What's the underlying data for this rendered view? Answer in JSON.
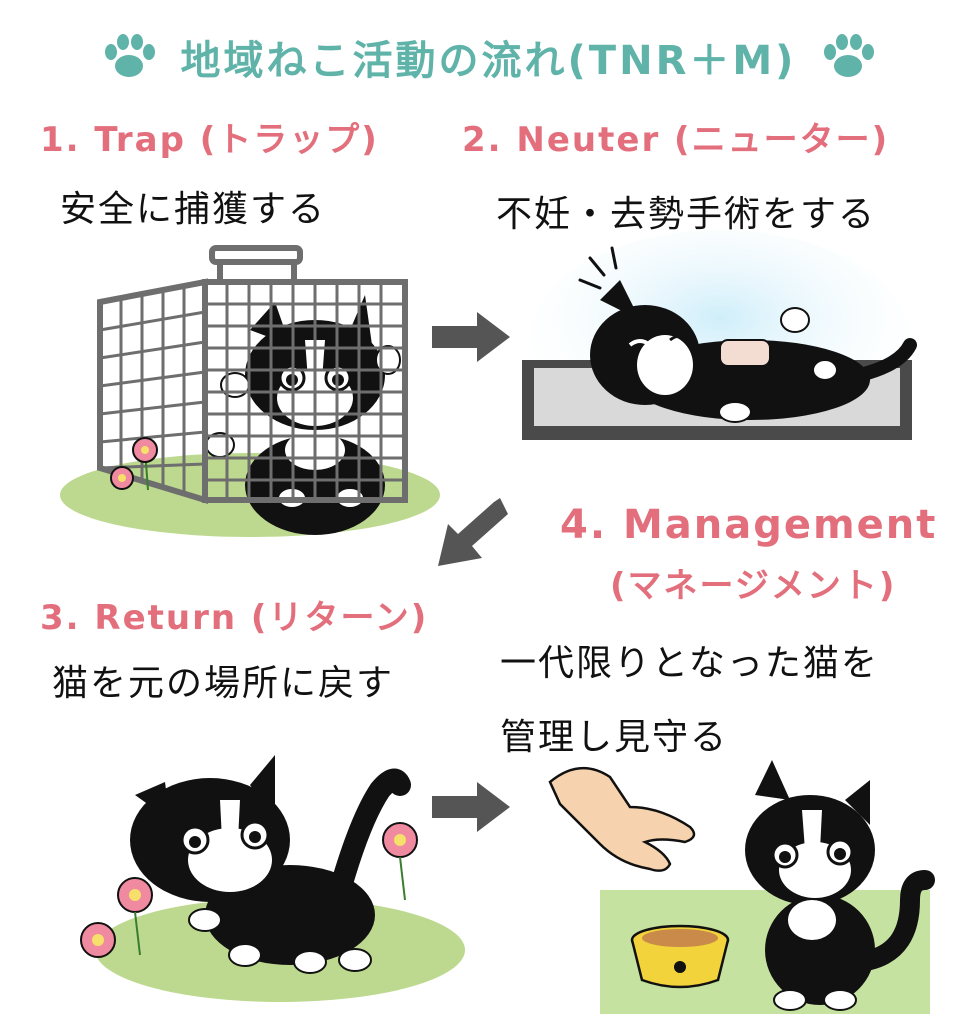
{
  "title": "地域ねこ活動の流れ(TNR＋M)",
  "steps": {
    "trap": {
      "heading": "1. Trap (トラップ)",
      "description": "安全に捕獲する"
    },
    "neuter": {
      "heading": "2. Neuter (ニューター)",
      "description": "不妊・去勢手術をする"
    },
    "return": {
      "heading": "3. Return (リターン)",
      "description": "猫を元の場所に戻す"
    },
    "management": {
      "heading": "4. Management",
      "subheading": "(マネージメント)",
      "description_line1": "一代限りとなった猫を",
      "description_line2": "管理し見守る"
    }
  },
  "colors": {
    "title": "#5fb3a9",
    "step_heading": "#e36f7d",
    "grass": "#bcd98f",
    "arrow": "#555555",
    "cage": "#6e6e6e",
    "bowl": "#f3d33b"
  },
  "icons": [
    "paw-icon-left",
    "paw-icon-right",
    "arrow-right-icon",
    "arrow-down-left-icon",
    "arrow-right-icon-2",
    "cat-in-cage-illustration",
    "sleeping-cat-illustration",
    "walking-cat-illustration",
    "sitting-cat-illustration",
    "hand-illustration",
    "food-bowl-illustration"
  ]
}
